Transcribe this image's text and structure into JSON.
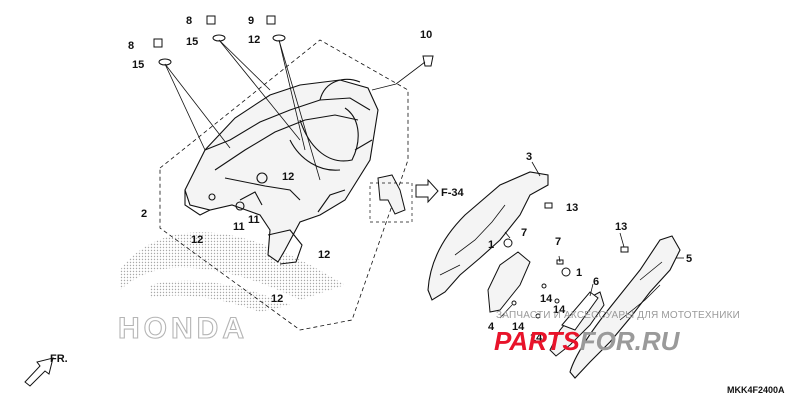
{
  "diagram": {
    "code": "MKK4F2400A",
    "direction_label": "FR.",
    "reference": "F-34",
    "callouts": {
      "c1a": "1",
      "c1b": "1",
      "c2": "2",
      "c3": "3",
      "c4": "4",
      "c5": "5",
      "c6": "6",
      "c7a": "7",
      "c7b": "7",
      "c8a": "8",
      "c8b": "8",
      "c9": "9",
      "c10": "10",
      "c11a": "11",
      "c11b": "11",
      "c12a": "12",
      "c12b": "12",
      "c12c": "12",
      "c12d": "12",
      "c12e": "12",
      "c13a": "13",
      "c13b": "13",
      "c14a": "14",
      "c14b": "14",
      "c14c": "14",
      "c14d": "14",
      "c15a": "15",
      "c15b": "15"
    }
  },
  "watermark": {
    "brand": "HONDA",
    "tagline": "ЗАПЧАСТИ И АКСЕССУАРЫ ДЛЯ МОТОТЕХНИКИ",
    "site_red": "PARTS",
    "site_gray": "FOR.RU"
  },
  "colors": {
    "line": "#111111",
    "watermark_red": "#e8132a",
    "watermark_gray": "#9a9a9a"
  }
}
